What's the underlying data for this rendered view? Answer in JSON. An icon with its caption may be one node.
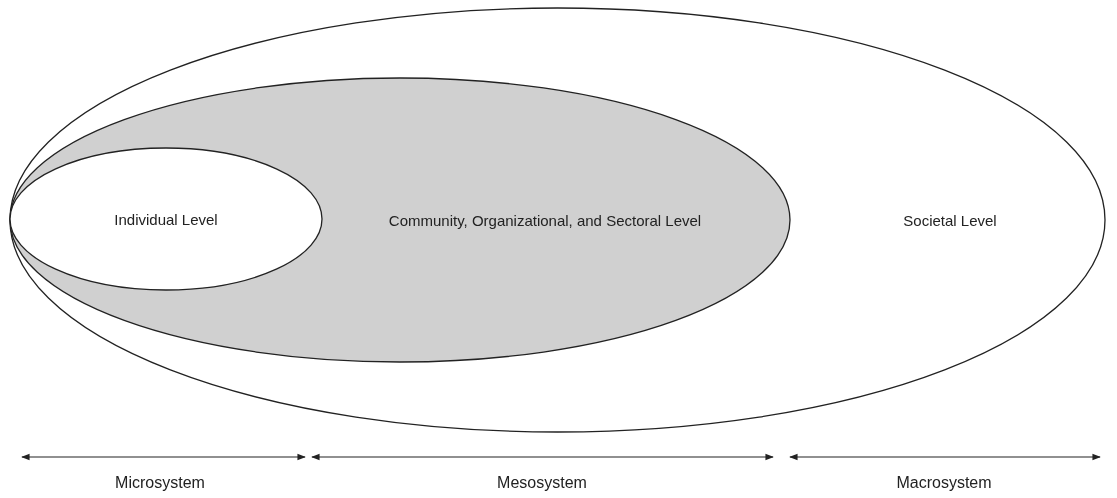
{
  "diagram": {
    "nodes": [
      {
        "text": [
          "Societal Level"
        ]
      },
      {
        "text": [
          "Community, Organizational, and Sectoral Level"
        ],
        "in": 0
      },
      {
        "text": [
          "Individual Level"
        ],
        "in": 1
      }
    ],
    "edges": [],
    "labels": [
      "Microsystem",
      "Mesosystem",
      "Macrosystem"
    ]
  }
}
